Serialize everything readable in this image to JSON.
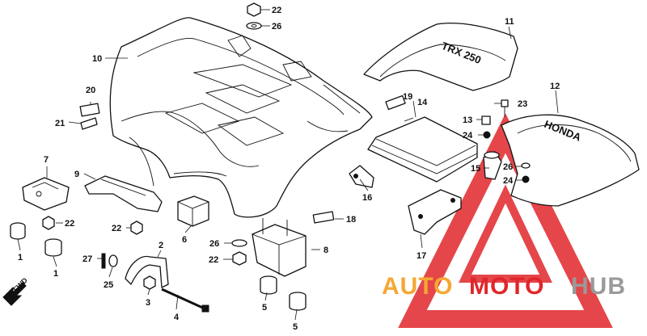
{
  "callouts": {
    "c1a": "1",
    "c1b": "1",
    "c2": "2",
    "c3": "3",
    "c4": "4",
    "c5a": "5",
    "c5b": "5",
    "c6": "6",
    "c7": "7",
    "c8": "8",
    "c9": "9",
    "c10": "10",
    "c11": "11",
    "c12": "12",
    "c13": "13",
    "c14": "14",
    "c15": "15",
    "c16": "16",
    "c17": "17",
    "c18": "18",
    "c19": "19",
    "c20": "20",
    "c21": "21",
    "c22a": "22",
    "c22b": "22",
    "c22c": "22",
    "c22d": "22",
    "c23": "23",
    "c24a": "24",
    "c24b": "24",
    "c25": "25",
    "c26a": "26",
    "c26b": "26",
    "c26c": "26",
    "c27": "27"
  },
  "fwd_label": "FWD",
  "embossed": {
    "trx_on_11": "TRX 250",
    "honda_on_12": "HONDA"
  },
  "watermark": {
    "part1": "AUTO",
    "part2": "MOTO",
    "part3": "HUB",
    "color_orange": "#f5a733",
    "color_red": "#e0262b",
    "color_gray": "#9a9a9a"
  },
  "icons": [
    "warning-triangle-logo",
    "forward-arrow-icon"
  ]
}
